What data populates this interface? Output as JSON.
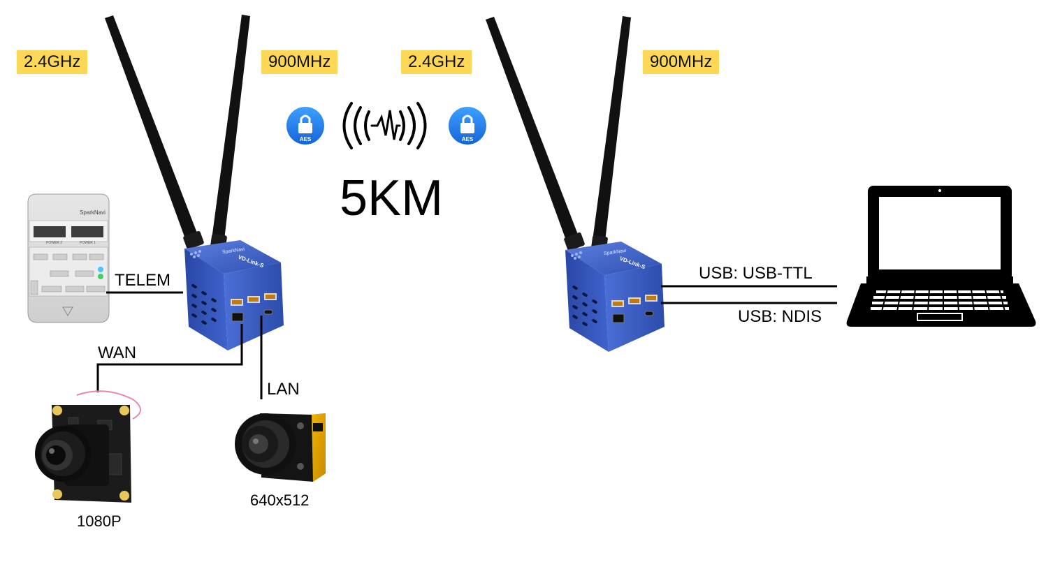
{
  "link": {
    "range": "5KM",
    "encryption_badge": "AES",
    "signal_icon": "radio-wave-icon",
    "lock_icon": "lock-icon"
  },
  "left_radio": {
    "band_24": "2.4GHz",
    "band_900": "900MHz",
    "brand": "SparkNavi",
    "model": "VD-Link-S"
  },
  "right_radio": {
    "band_24": "2.4GHz",
    "band_900": "900MHz",
    "brand": "SparkNavi",
    "model": "VD-Link-S"
  },
  "flight_controller": {
    "brand": "SparkNavi",
    "link_label": "TELEM"
  },
  "cameras": {
    "wan_label": "WAN",
    "lan_label": "LAN",
    "hd_caption": "1080P",
    "thermal_caption": "640x512"
  },
  "laptop": {
    "usb_ttl_label": "USB: USB-TTL",
    "usb_ndis_label": "USB: NDIS"
  },
  "colors": {
    "band_highlight": "#fcd856",
    "radio_body": "#3b5fc4",
    "aes_badge": "#1e7fe0"
  }
}
